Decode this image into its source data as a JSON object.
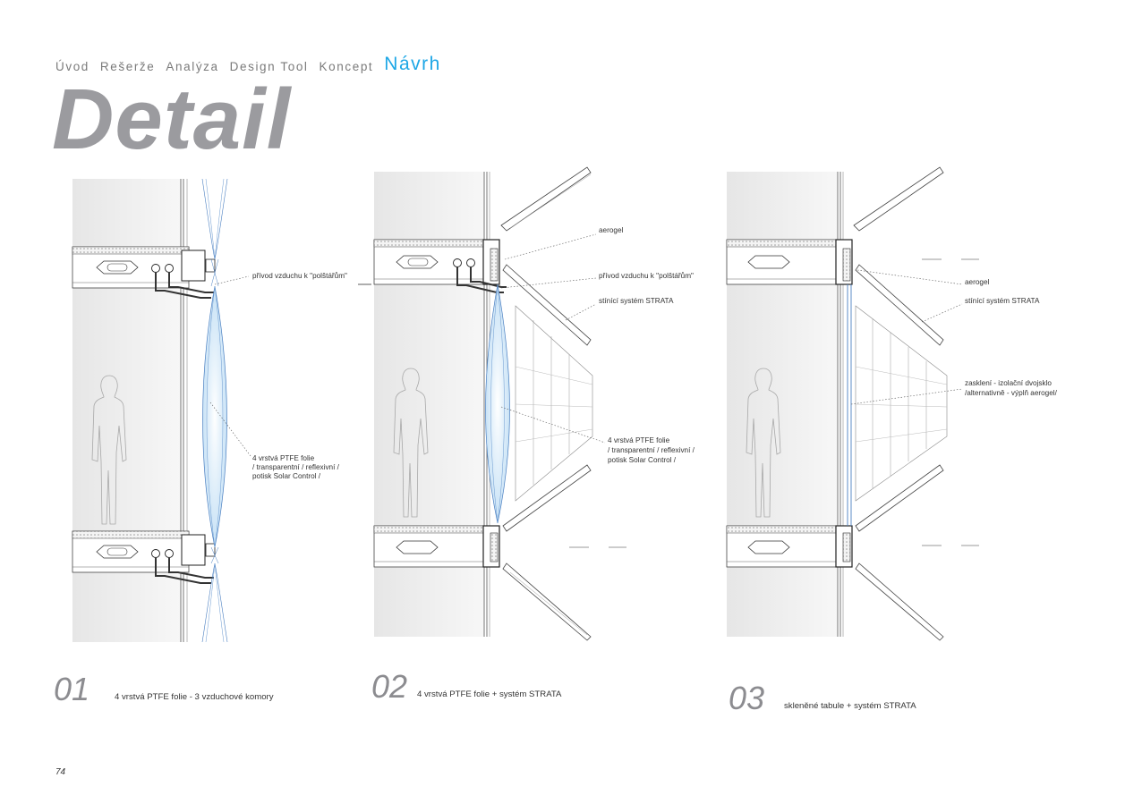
{
  "nav": {
    "items": [
      "Úvod",
      "Rešerže",
      "Analýza",
      "Design Tool",
      "Koncept"
    ],
    "active": "Návrh"
  },
  "title": "Detail",
  "colors": {
    "accent": "#1ea7e6",
    "title": "#9b9b9f",
    "foil": "#bcdcf4",
    "foil_line": "#4a7fc1"
  },
  "panels": [
    {
      "number": "01",
      "caption": "4 vrstvá PTFE folie - 3 vzduchové komory",
      "labels": {
        "air": "přívod vzduchu k \"polštářům\"",
        "foil_1": "4 vrstvá PTFE folie",
        "foil_2": "/ transparentní / reflexivní /",
        "foil_3": "potisk Solar Control /"
      }
    },
    {
      "number": "02",
      "caption": "4 vrstvá PTFE folie + systém STRATA",
      "labels": {
        "aerogel": "aerogel",
        "air": "přívod vzduchu k \"polštářům\"",
        "strata": "stínící systém STRATA",
        "foil_1": "4 vrstvá PTFE folie",
        "foil_2": "/ transparentní / reflexivní /",
        "foil_3": "potisk Solar Control /"
      }
    },
    {
      "number": "03",
      "caption": "skleněné tabule + systém STRATA",
      "labels": {
        "aerogel": "aerogel",
        "strata": "stínící systém STRATA",
        "glass_1": "zasklení - izolační dvojsklo",
        "glass_2": "/alternativně - výplň aerogel/"
      }
    }
  ],
  "page_number": "74"
}
